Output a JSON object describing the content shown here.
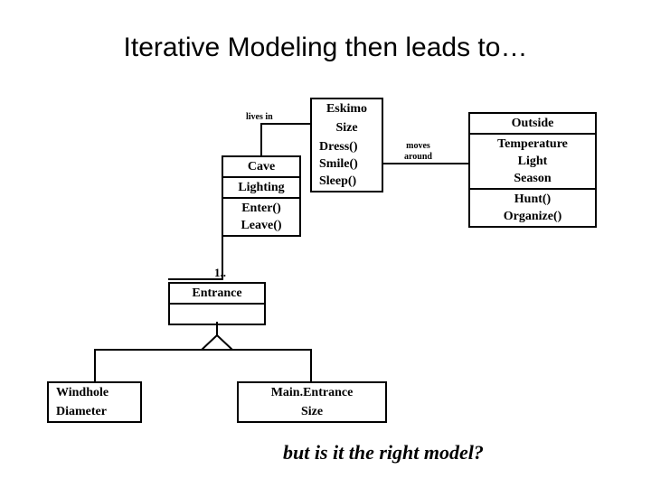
{
  "slide": {
    "title": "Iterative Modeling then leads to…",
    "caption": "but is it the right model?"
  },
  "boxes": {
    "cave": {
      "name": "Cave",
      "attributes": [
        "Lighting"
      ],
      "operations": [
        "Enter()",
        "Leave()"
      ]
    },
    "eskimo": {
      "name": "Eskimo",
      "attributes": [
        "Size"
      ],
      "operations": [
        "Dress()",
        "Smile()",
        "Sleep()"
      ]
    },
    "outside": {
      "name": "Outside",
      "attributes": [
        "Temperature",
        "Light",
        "Season"
      ],
      "operations": [
        "Hunt()",
        "Organize()"
      ]
    },
    "entrance": {
      "name": "Entrance",
      "attributes": [],
      "operations": []
    },
    "windhole": {
      "name": "Windhole",
      "attributes": [
        "Diameter"
      ],
      "operations": []
    },
    "main_entrance": {
      "name": "Main.Entrance",
      "attributes": [
        "Size"
      ],
      "operations": []
    }
  },
  "associations": {
    "lives_in": "lives in",
    "moves_around_line1": "moves",
    "moves_around_line2": "around",
    "multiplicity_entrance": "1.."
  }
}
